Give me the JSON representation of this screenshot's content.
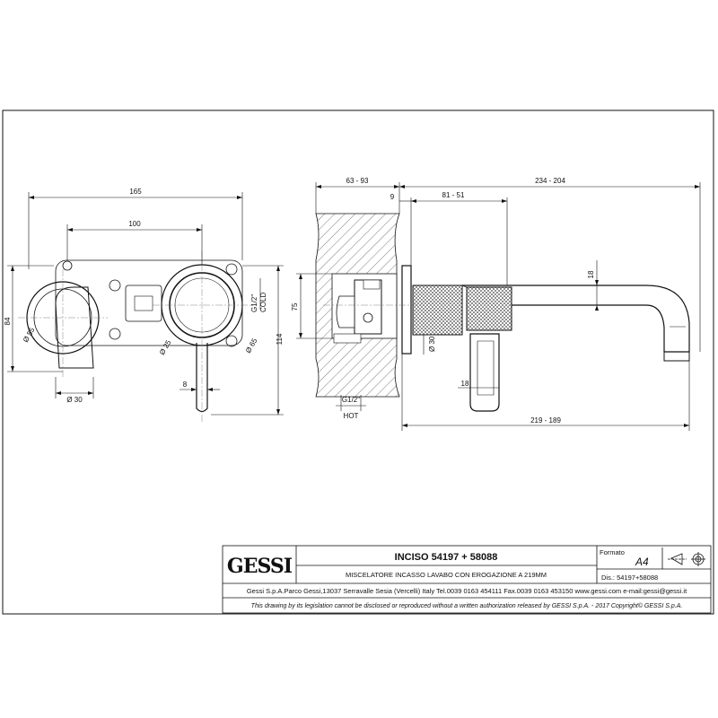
{
  "front_view": {
    "overall_width": "165",
    "center_distance": "100",
    "total_height": "84",
    "knob_diameter": "Ø 55",
    "lever_hub_diameter": "Ø 30",
    "cold_thread": "G1/2\"",
    "cold_label": "COLD",
    "diameter_25": "Ø 25",
    "plate_diameter": "Ø 65",
    "lever_width": "8"
  },
  "side_view": {
    "wall_depth": "63 - 93",
    "spacer": "9",
    "knurl_length": "81 - 51",
    "spout_total": "234 - 204",
    "spout_thickness": "18",
    "box_height": "75",
    "total_height": "114",
    "hub_diameter": "Ø 30",
    "lever_thickness": "18",
    "hot_thread": "G1/2\"",
    "hot_label": "HOT",
    "projection": "219 - 189"
  },
  "title_block": {
    "logo": "GESSI",
    "product": "INCISO 54197 + 58088",
    "description": "MISCELATORE INCASSO LAVABO CON EROGAZIONE A 219MM",
    "format_label": "Formato",
    "format_value": "A4",
    "drawing_number": "Dis.: 54197+58088",
    "address": "Gessi S.p.A.Parco Gessi,13037 Serravalle Sesia (Vercelli) Italy Tel.0039 0163 454111 Fax.0039 0163 453150 www.gessi.com e-mail:gessi@gessi.it",
    "legal": "This drawing by its legislation cannot be disclosed or reproduced without a written authorization released by GESSI S.p.A. - 2017 Copyright© GESSI S.p.A."
  }
}
